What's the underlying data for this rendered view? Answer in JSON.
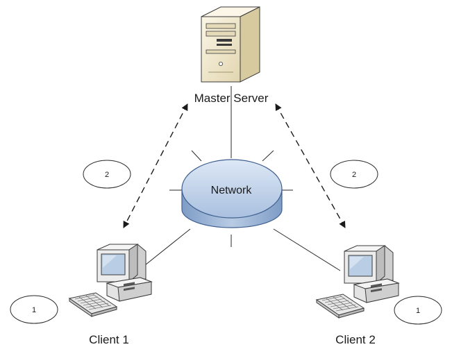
{
  "server": {
    "label": "Master Server"
  },
  "network": {
    "label": "Network"
  },
  "clients": [
    {
      "label": "Client 1"
    },
    {
      "label": "Client 2"
    }
  ],
  "steps": {
    "left_arrow_step": "2",
    "right_arrow_step": "2",
    "client1_step": "1",
    "client2_step": "1"
  },
  "colors": {
    "network_fill": "#b8cbe4",
    "network_stroke": "#3f5f8f",
    "server_body": "#f3ecd4",
    "computer_body": "#ececec",
    "screen": "#b9cde4",
    "line": "#2a2a2a"
  }
}
